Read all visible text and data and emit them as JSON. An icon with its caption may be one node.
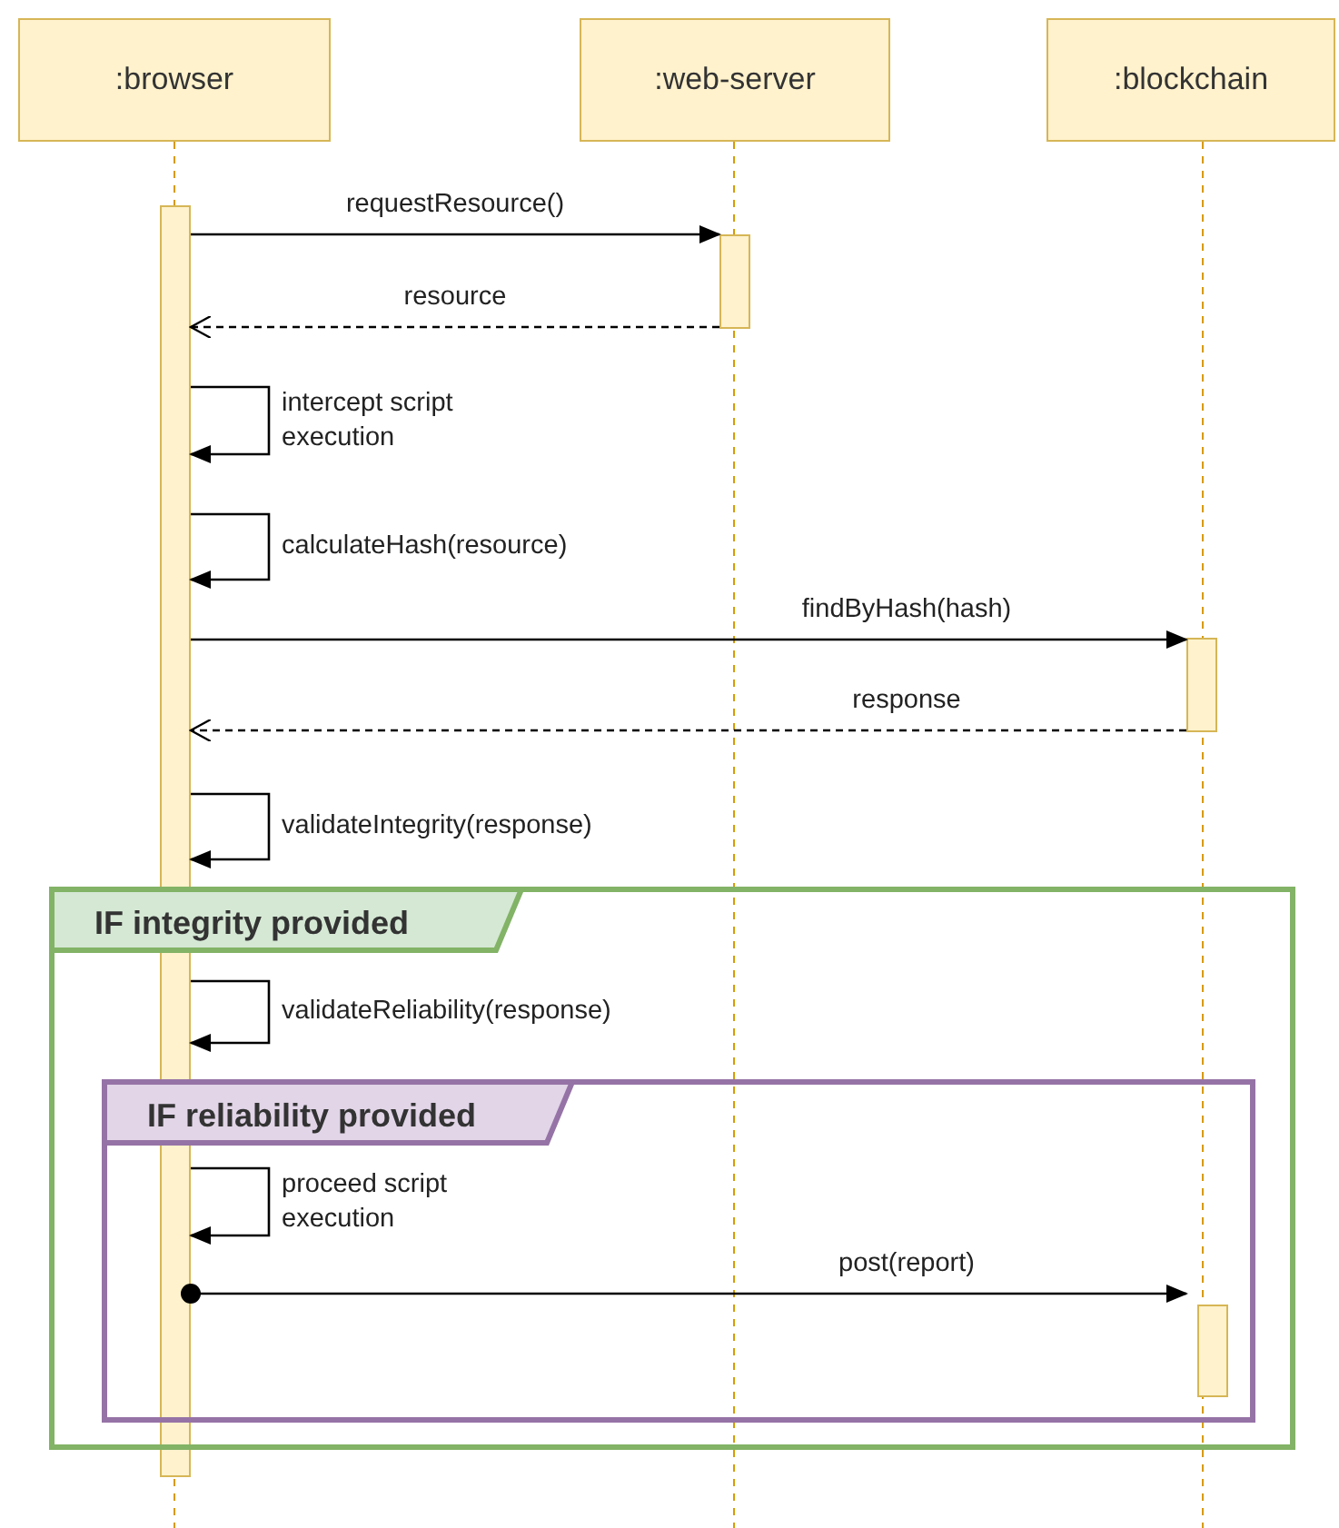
{
  "diagram": {
    "nodes": [
      {
        "text": [
          ":browser"
        ]
      },
      {
        "text": [
          ":web-server"
        ]
      },
      {
        "text": [
          ":blockchain"
        ]
      },
      {
        "text": [],
        "shape": "bar"
      },
      {
        "text": [],
        "shape": "bar"
      },
      {
        "text": [],
        "shape": "bar"
      },
      {
        "text": [],
        "shape": "bar",
        "in": 8
      },
      {
        "text": [
          "IF integrity provided"
        ]
      },
      {
        "text": [
          "IF reliability provided"
        ],
        "in": 7
      }
    ],
    "edges": [
      {
        "from": 3,
        "to": 4,
        "arrow": "to",
        "label": "requestResource()"
      },
      {
        "from": 4,
        "to": 3,
        "arrow": "to",
        "label": "resource",
        "style": "dashed"
      },
      {
        "from": 3,
        "to": 3,
        "arrow": "to",
        "label": "intercept script execution"
      },
      {
        "from": 3,
        "to": 3,
        "arrow": "to",
        "label": "calculateHash(resource)"
      },
      {
        "from": 3,
        "to": 5,
        "arrow": "to",
        "label": "findByHash(hash)"
      },
      {
        "from": 5,
        "to": 3,
        "arrow": "to",
        "label": "response",
        "style": "dashed"
      },
      {
        "from": 3,
        "to": 3,
        "arrow": "to",
        "label": "validateIntegrity(response)"
      },
      {
        "from": 3,
        "to": 3,
        "arrow": "to",
        "label": "validateReliability(response)"
      },
      {
        "from": 3,
        "to": 3,
        "arrow": "to",
        "label": "proceed script execution"
      },
      {
        "from": 3,
        "to": 6,
        "arrow": "to",
        "label": "post(report)"
      }
    ]
  }
}
